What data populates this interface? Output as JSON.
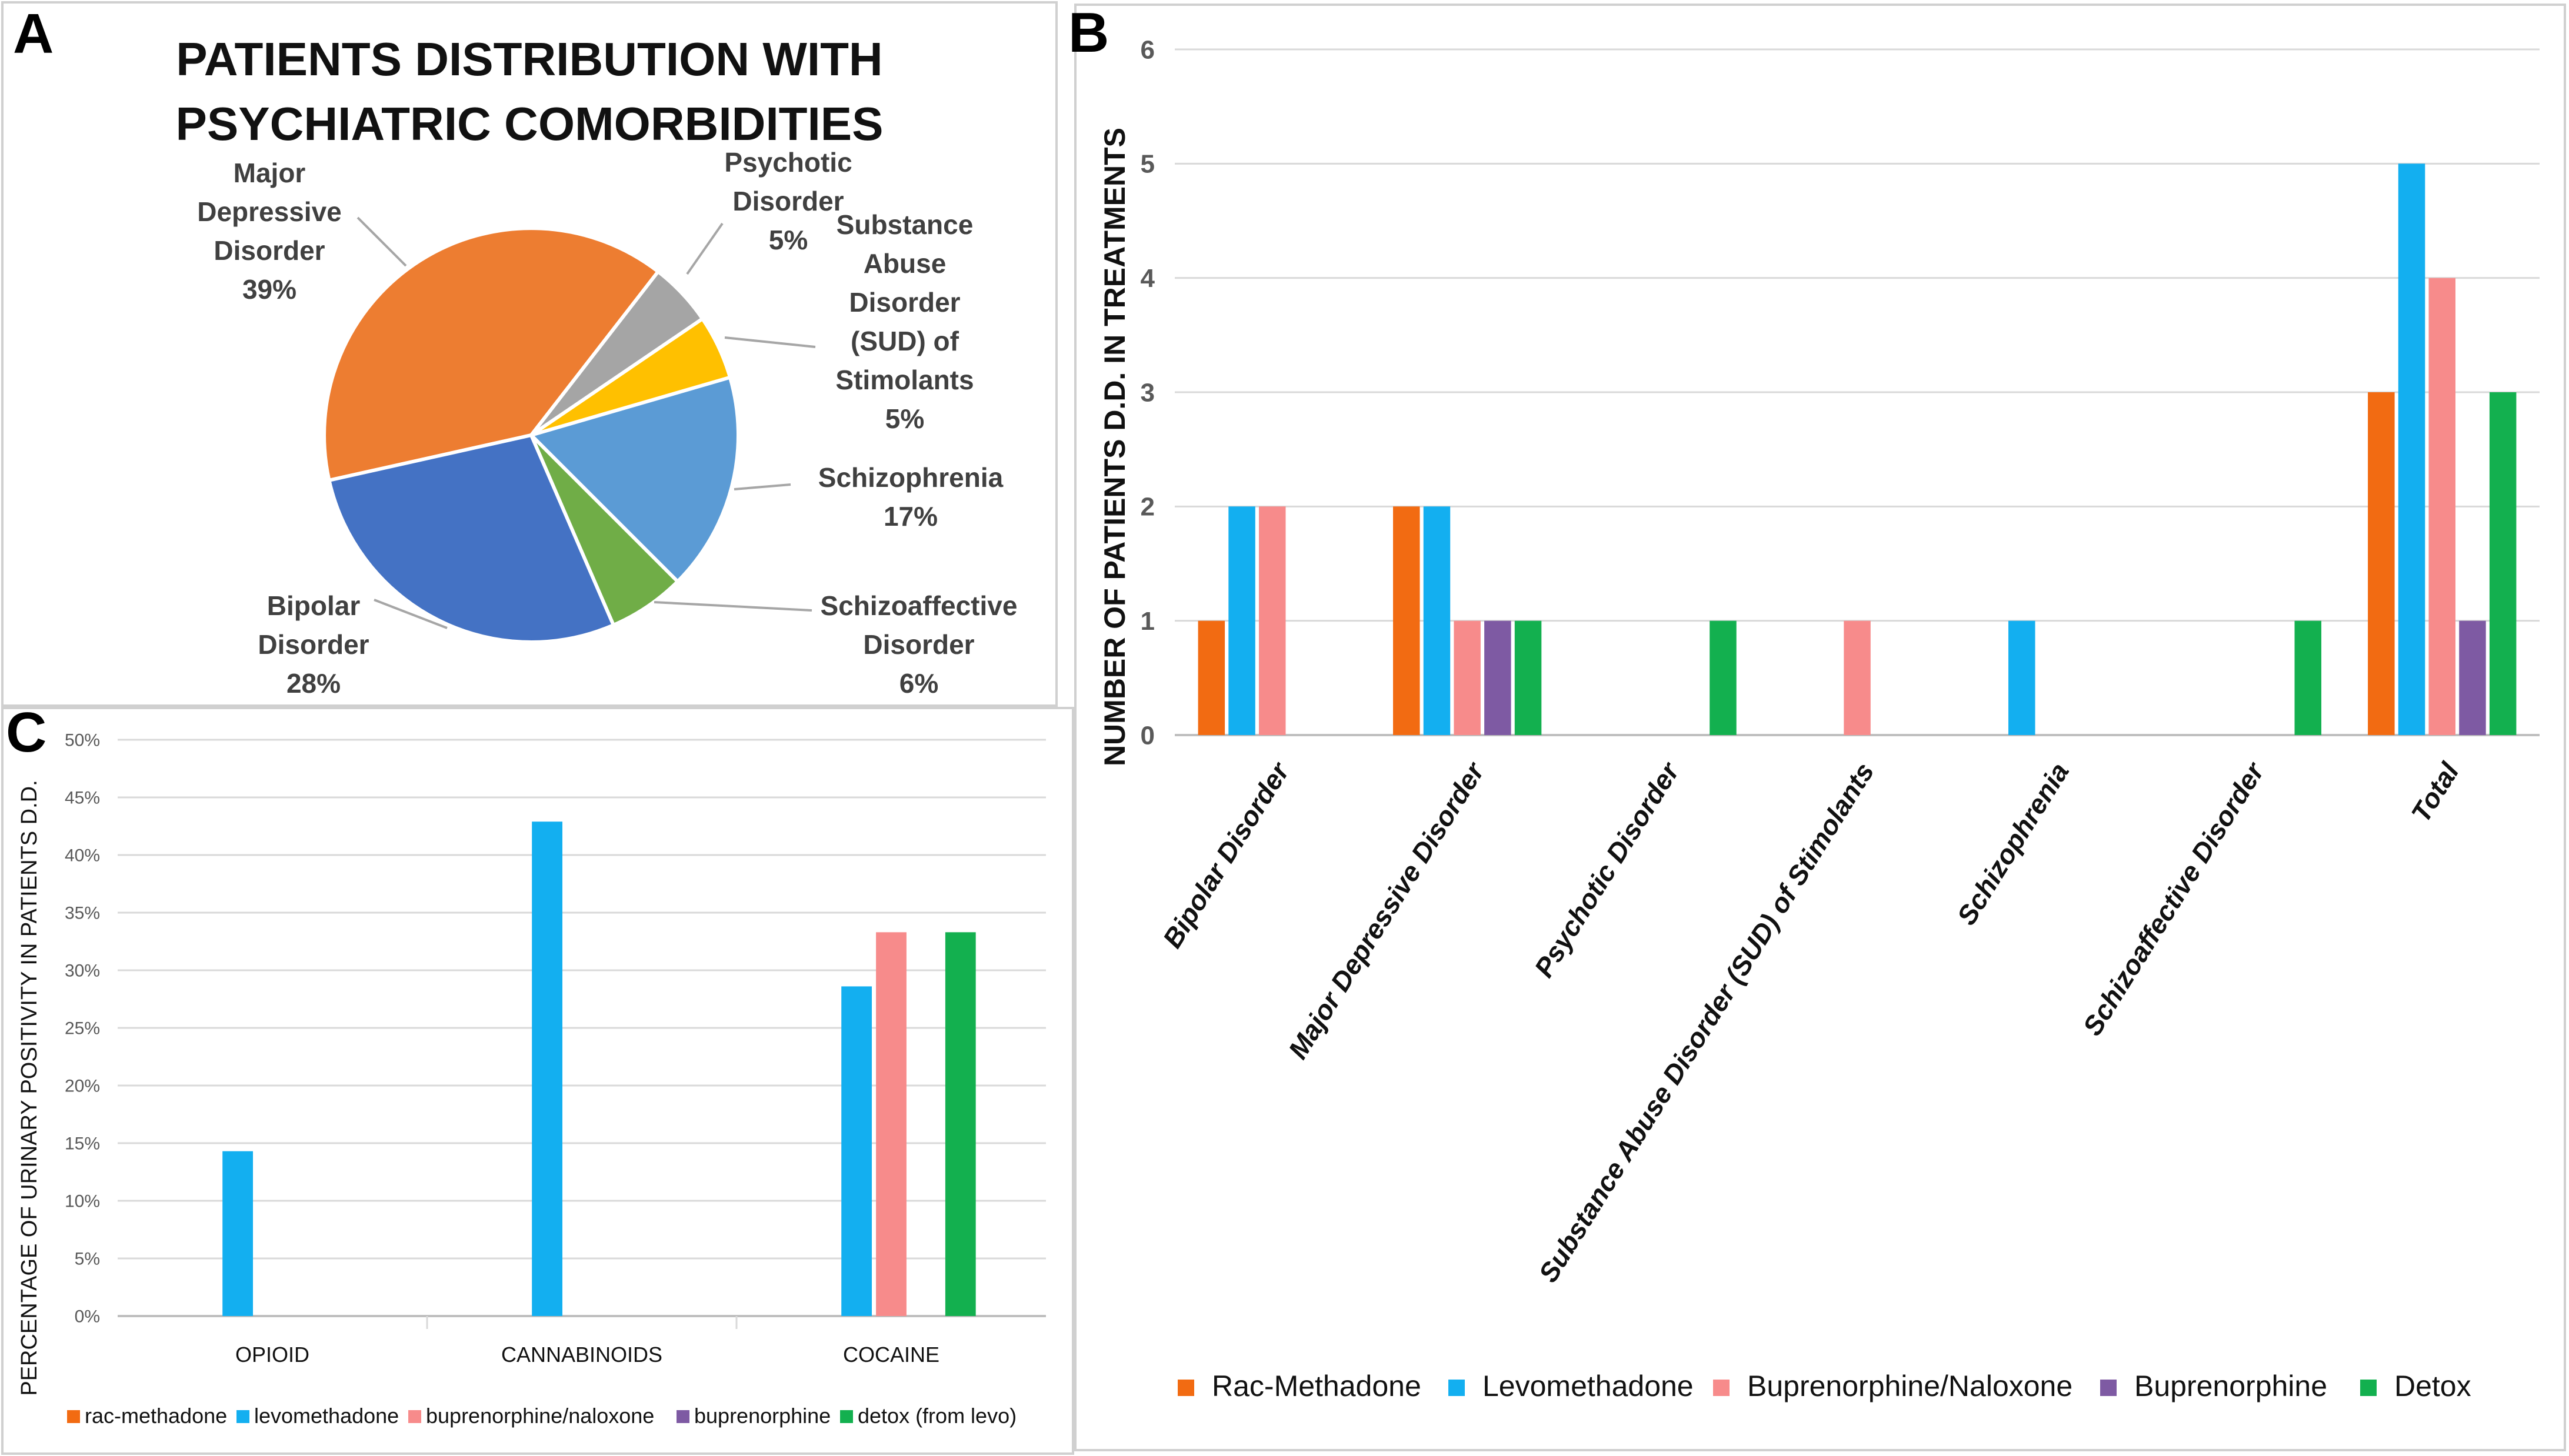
{
  "panels": {
    "a": "A",
    "b": "B",
    "c": "C"
  },
  "colors": {
    "rac": "#f26b12",
    "levo": "#13aff0",
    "bn": "#f78b8b",
    "bup": "#7e5aa3",
    "detox": "#13b04f",
    "pie_mdd": "#ed7d31",
    "pie_psy": "#a5a5a5",
    "pie_sud": "#ffc000",
    "pie_sch": "#5b9bd5",
    "pie_sca": "#70ad47",
    "pie_bip": "#4472c4"
  },
  "chart_data": [
    {
      "type": "pie",
      "title_lines": [
        "PATIENTS DISTRIBUTION WITH",
        "PSYCHIATRIC COMORBIDITIES"
      ],
      "slices": [
        {
          "label_lines": [
            "Major",
            "Depressive",
            "Disorder",
            "39%"
          ],
          "value": 39,
          "color_key": "pie_mdd"
        },
        {
          "label_lines": [
            "Psychotic",
            "Disorder",
            "5%"
          ],
          "value": 5,
          "color_key": "pie_psy"
        },
        {
          "label_lines": [
            "Substance",
            "Abuse",
            "Disorder",
            "(SUD) of",
            "Stimolants",
            "5%"
          ],
          "value": 5,
          "color_key": "pie_sud"
        },
        {
          "label_lines": [
            "Schizophrenia",
            "17%"
          ],
          "value": 17,
          "color_key": "pie_sch"
        },
        {
          "label_lines": [
            "Schizoaffective",
            "Disorder",
            "6%"
          ],
          "value": 6,
          "color_key": "pie_sca"
        },
        {
          "label_lines": [
            "Bipolar",
            "Disorder",
            "28%"
          ],
          "value": 28,
          "color_key": "pie_bip"
        }
      ]
    },
    {
      "type": "bar",
      "ylabel": "NUMBER OF PATIENTS D.D.  IN TREATMENTS",
      "ylim": [
        0,
        6
      ],
      "yticks": [
        "0",
        "1",
        "2",
        "3",
        "4",
        "5",
        "6"
      ],
      "grid": true,
      "legend_position": "bottom",
      "categories": [
        "Bipolar Disorder",
        "Major Depressive Disorder",
        "Psychotic Disorder",
        "Substance Abuse Disorder (SUD) of Stimolants",
        "Schizophrenia",
        "Schizoaffective Disorder",
        "Total"
      ],
      "series": [
        {
          "name": "Rac-Methadone",
          "color_key": "rac",
          "values": [
            1,
            2,
            0,
            0,
            0,
            0,
            3
          ]
        },
        {
          "name": "Levomethadone",
          "color_key": "levo",
          "values": [
            2,
            2,
            0,
            0,
            1,
            0,
            5
          ]
        },
        {
          "name": "Buprenorphine/Naloxone",
          "color_key": "bn",
          "values": [
            2,
            1,
            0,
            1,
            0,
            0,
            4
          ]
        },
        {
          "name": "Buprenorphine",
          "color_key": "bup",
          "values": [
            0,
            1,
            0,
            0,
            0,
            0,
            1
          ]
        },
        {
          "name": "Detox",
          "color_key": "detox",
          "values": [
            0,
            1,
            1,
            0,
            0,
            1,
            3
          ]
        }
      ]
    },
    {
      "type": "bar",
      "ylabel": "PERCENTAGE OF URINARY POSITIVITY IN PATIENTS D.D.",
      "ylim": [
        0,
        50
      ],
      "yticks": [
        "0%",
        "5%",
        "10%",
        "15%",
        "20%",
        "25%",
        "30%",
        "35%",
        "40%",
        "45%",
        "50%"
      ],
      "grid": true,
      "legend_position": "bottom",
      "categories": [
        "OPIOID",
        "CANNABINOIDS",
        "COCAINE"
      ],
      "series": [
        {
          "name": "rac-methadone",
          "color_key": "rac",
          "values": [
            0,
            0,
            0
          ]
        },
        {
          "name": "levomethadone",
          "color_key": "levo",
          "values": [
            14.3,
            42.9,
            28.6
          ]
        },
        {
          "name": "buprenorphine/naloxone",
          "color_key": "bn",
          "values": [
            0,
            0,
            33.3
          ]
        },
        {
          "name": "buprenorphine",
          "color_key": "bup",
          "values": [
            0,
            0,
            0
          ]
        },
        {
          "name": "detox (from levo)",
          "color_key": "detox",
          "values": [
            0,
            0,
            33.3
          ]
        }
      ]
    }
  ]
}
